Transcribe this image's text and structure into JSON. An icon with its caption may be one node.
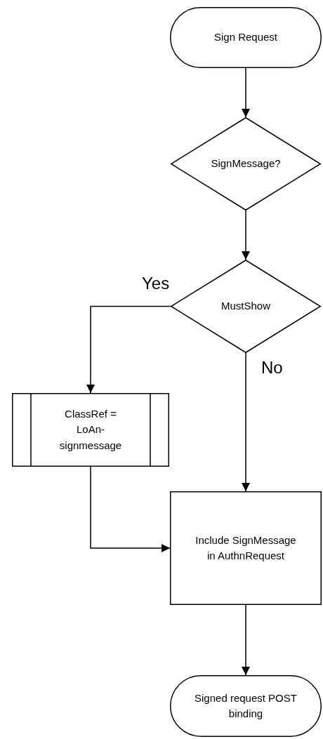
{
  "diagram": {
    "nodes": [
      {
        "text": [
          "Sign Request"
        ]
      },
      {
        "text": [
          "SignMessage?"
        ]
      },
      {
        "text": [
          "MustShow"
        ]
      },
      {
        "text": [
          "ClassRef = LoAn-signmessage"
        ]
      },
      {
        "text": [
          "Include SignMessage in AuthnRequest"
        ]
      },
      {
        "text": [
          "Signed request POST binding"
        ]
      }
    ],
    "edges": [
      {
        "from": 0,
        "to": 1,
        "arrow": "to"
      },
      {
        "from": 1,
        "to": 2,
        "arrow": "to"
      },
      {
        "from": 2,
        "to": 3,
        "arrow": "to",
        "label": "Yes"
      },
      {
        "from": 2,
        "to": 4,
        "arrow": "to",
        "label": "No"
      },
      {
        "from": 3,
        "to": 4,
        "arrow": "to"
      },
      {
        "from": 4,
        "to": 5,
        "arrow": "to"
      }
    ]
  }
}
